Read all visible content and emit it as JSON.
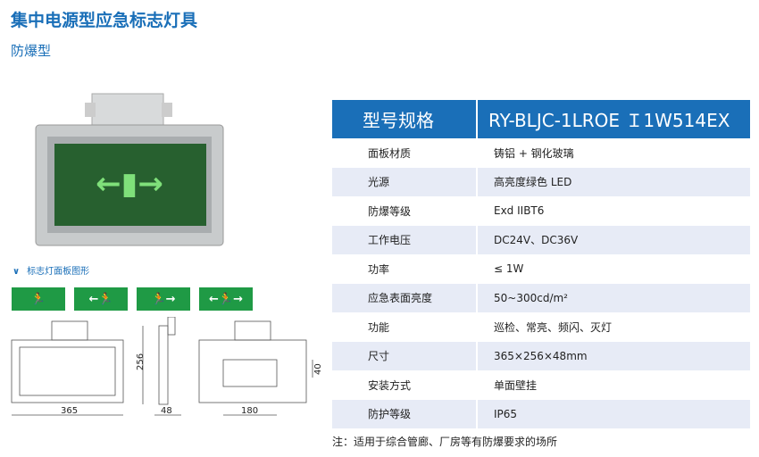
{
  "header": {
    "title": "集中电源型应急标志灯具",
    "subtitle": "防爆型"
  },
  "panel": {
    "caption": "标志灯面板图形",
    "caption_icon": "chevron-down-icon",
    "signs": [
      "🏃",
      "←🏃",
      "🏃→",
      "←🏃→"
    ],
    "dimensions": {
      "width": "365",
      "height": "256",
      "depth": "48",
      "mount_width": "180",
      "mount_height": "40"
    }
  },
  "spec": {
    "header_key": "型号规格",
    "header_value": "RY-BLJC-1LROE Ｉ1W514EX",
    "rows": [
      {
        "k": "面板材质",
        "v": "铸铝 + 钢化玻璃"
      },
      {
        "k": "光源",
        "v": "高亮度绿色 LED"
      },
      {
        "k": "防爆等级",
        "v": "Exd IIBT6"
      },
      {
        "k": "工作电压",
        "v": "DC24V、DC36V"
      },
      {
        "k": "功率",
        "v": "≤ 1W"
      },
      {
        "k": "应急表面亮度",
        "v": "50~300cd/m²"
      },
      {
        "k": "功能",
        "v": "巡检、常亮、频闪、灭灯"
      },
      {
        "k": "尺寸",
        "v": "365×256×48mm"
      },
      {
        "k": "安装方式",
        "v": "单面壁挂"
      },
      {
        "k": "防护等级",
        "v": "IP65"
      }
    ]
  },
  "note": "注：适用于综合管廊、厂房等有防爆要求的场所"
}
